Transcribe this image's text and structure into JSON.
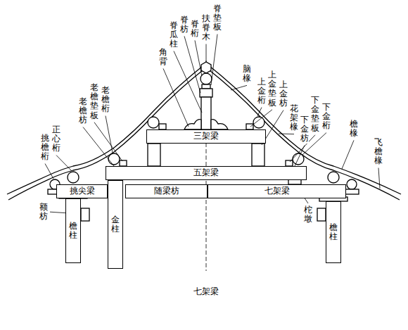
{
  "diagram": {
    "caption": "七架梁",
    "nodes": [
      {
        "text": [
          "三架梁"
        ]
      },
      {
        "text": [
          "五架梁"
        ]
      },
      {
        "text": [
          "随梁枋"
        ]
      },
      {
        "text": [
          "七架梁"
        ]
      },
      {
        "text": [
          "挑尖梁"
        ]
      },
      {
        "text": [
          "檐柱"
        ]
      },
      {
        "text": [
          "金柱"
        ]
      },
      {
        "text": [
          "檐柱"
        ]
      }
    ],
    "labels": [
      "扶脊木",
      "脊垫板",
      "脊桁",
      "脊枋",
      "脊瓜柱",
      "角背",
      "脑椽",
      "上金桁",
      "上金垫板",
      "上金枋",
      "花架椽",
      "下金桁",
      "下金垫板",
      "下金枋",
      "檐椽",
      "飞檐椽",
      "柁墩",
      "老檐桁",
      "老檐垫板",
      "老檐枋",
      "正心桁",
      "挑檐桁",
      "额枋"
    ]
  }
}
